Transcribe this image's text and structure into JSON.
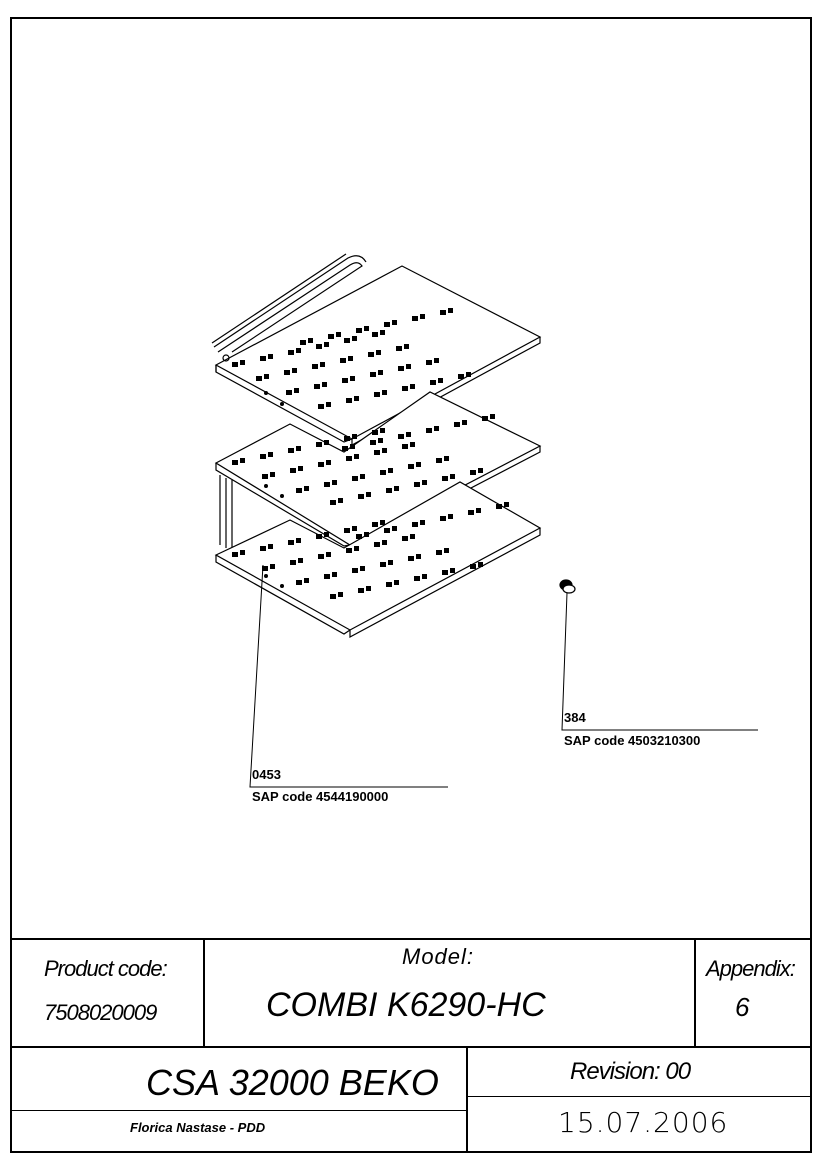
{
  "callouts": [
    {
      "number": "0453",
      "sap": "SAP code 4544190000"
    },
    {
      "number": "384",
      "sap": "SAP code 4503210300"
    }
  ],
  "title_block": {
    "product_code_label": "Product code:",
    "product_code": "7508020009",
    "model_label": "Model:",
    "model": "COMBI K6290-HC",
    "appendix_label": "Appendix:",
    "appendix": "6",
    "document": "CSA 32000 BEKO",
    "revision": "Revision: 00",
    "author": "Florica Nastase - PDD",
    "date": "15.07.2006"
  }
}
